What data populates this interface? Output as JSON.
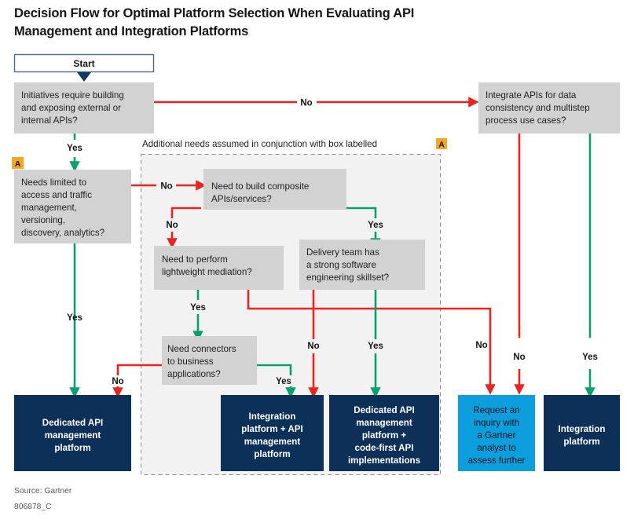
{
  "title": {
    "line1": "Decision Flow for Optimal Platform Selection When Evaluating API",
    "line2": "Management and Integration Platforms"
  },
  "start": {
    "label": "Start"
  },
  "panel": {
    "note_prefix": "Additional needs assumed in conjunction with box labelled",
    "note_badge": "A"
  },
  "badges": {
    "box_a": "A"
  },
  "decisions": [
    {
      "id": "q1",
      "lines": [
        "Initiatives require building",
        "and exposing external or",
        "internal APIs?"
      ]
    },
    {
      "id": "q2",
      "lines": [
        "Needs limited to",
        "access and traffic",
        "management,",
        "versioning,",
        "discovery, analytics?"
      ]
    },
    {
      "id": "q3",
      "lines": [
        "Integrate APIs for data",
        "consistency and multistep",
        "process use cases?"
      ]
    },
    {
      "id": "q4",
      "lines": [
        "Need to build composite",
        "APIs/services?"
      ]
    },
    {
      "id": "q5",
      "lines": [
        "Need to perform",
        "lightweight mediation?"
      ]
    },
    {
      "id": "q6",
      "lines": [
        "Delivery team has",
        "a strong software",
        "engineering skillset?"
      ]
    },
    {
      "id": "q7",
      "lines": [
        "Need connectors",
        "to business",
        "applications?"
      ]
    }
  ],
  "outcomes": [
    {
      "id": "o1",
      "lines": [
        "Dedicated API",
        "management",
        "platform"
      ],
      "color": "#0d3058"
    },
    {
      "id": "o2",
      "lines": [
        "Integration",
        "platform + API",
        "management",
        "platform"
      ],
      "color": "#0d3058"
    },
    {
      "id": "o3",
      "lines": [
        "Dedicated API",
        "management",
        "platform +",
        "code-first API",
        "implementations"
      ],
      "color": "#0d3058"
    },
    {
      "id": "o4",
      "lines": [
        "Request an",
        "inquiry with",
        "a Gartner",
        "analyst to",
        "assess further"
      ],
      "color": "#0d9edd"
    },
    {
      "id": "o5",
      "lines": [
        "Integration",
        "platform"
      ],
      "color": "#0d3058"
    }
  ],
  "edge_labels": {
    "q1_no": "No",
    "q1_yes": "Yes",
    "q2_no": "No",
    "q2_yes": "Yes",
    "q4_no": "No",
    "q4_yes": "Yes",
    "q5_yes": "Yes",
    "q5_no": "No",
    "q6_no": "No",
    "q6_yes": "Yes",
    "q7_no": "No",
    "q7_yes": "Yes",
    "q3_no": "No",
    "q3_yes": "Yes"
  },
  "footer": {
    "source": "Source: Gartner",
    "code": "806878_C"
  },
  "colors": {
    "yes_line": "#0aa06e",
    "no_line": "#e8251f",
    "decision_box": "#d2d2d2",
    "outcome_navy": "#0d3058",
    "outcome_cyan": "#0d9edd",
    "badge": "#f5a623",
    "panel_fill": "#f2f2f2"
  }
}
